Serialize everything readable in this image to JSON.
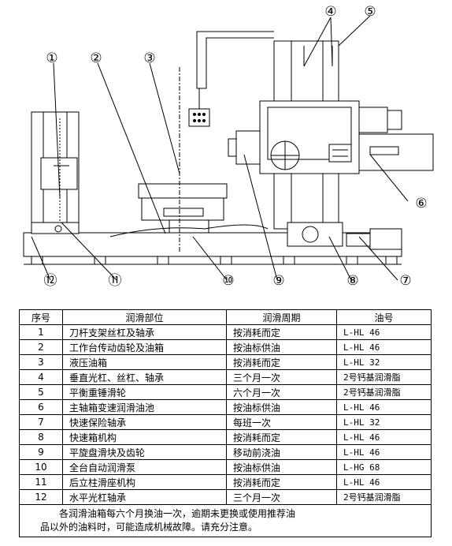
{
  "callouts": [
    "①",
    "②",
    "③",
    "④",
    "⑤",
    "⑥",
    "⑦",
    "⑧",
    "⑨",
    "⑩",
    "⑪",
    "⑫"
  ],
  "table": {
    "headers": [
      "序号",
      "润滑部位",
      "润滑周期",
      "油号"
    ],
    "rows": [
      {
        "no": "1",
        "part": "刀杆支架丝杠及轴承",
        "period": "按消耗而定",
        "oil": "L-HL 46"
      },
      {
        "no": "2",
        "part": "工作台传动齿轮及油箱",
        "period": "按油标供油",
        "oil": "L-HL 46"
      },
      {
        "no": "3",
        "part": "液压油箱",
        "period": "按消耗而定",
        "oil": "L-HL 32"
      },
      {
        "no": "4",
        "part": "垂直光杠、丝杠、轴承",
        "period": "三个月一次",
        "oil": "2号钙基润滑脂"
      },
      {
        "no": "5",
        "part": "平衡重锤滑轮",
        "period": "六个月一次",
        "oil": "2号钙基润滑脂"
      },
      {
        "no": "6",
        "part": "主轴箱变速润滑油池",
        "period": "按油标供油",
        "oil": "L-HL 46"
      },
      {
        "no": "7",
        "part": "快速保险轴承",
        "period": "每班一次",
        "oil": "L-HL 32"
      },
      {
        "no": "8",
        "part": "快速箱机构",
        "period": "按消耗而定",
        "oil": "L-HL 46"
      },
      {
        "no": "9",
        "part": "平旋盘滑块及齿轮",
        "period": "移动前浇油",
        "oil": "L-HL 46"
      },
      {
        "no": "10",
        "part": "全台自动润滑泵",
        "period": "按油标供油",
        "oil": "L-HG 68"
      },
      {
        "no": "11",
        "part": "后立柱滑座机构",
        "period": "按消耗而定",
        "oil": "L-HL 46"
      },
      {
        "no": "12",
        "part": "水平光杠轴承",
        "period": "三个月一次",
        "oil": "2号钙基润滑脂"
      }
    ],
    "note_line1": "各润滑油箱每六个月换油一次，逾期未更换或使用推荐油",
    "note_line2": "品以外的油料时，可能造成机械故障。请充分注意。"
  }
}
